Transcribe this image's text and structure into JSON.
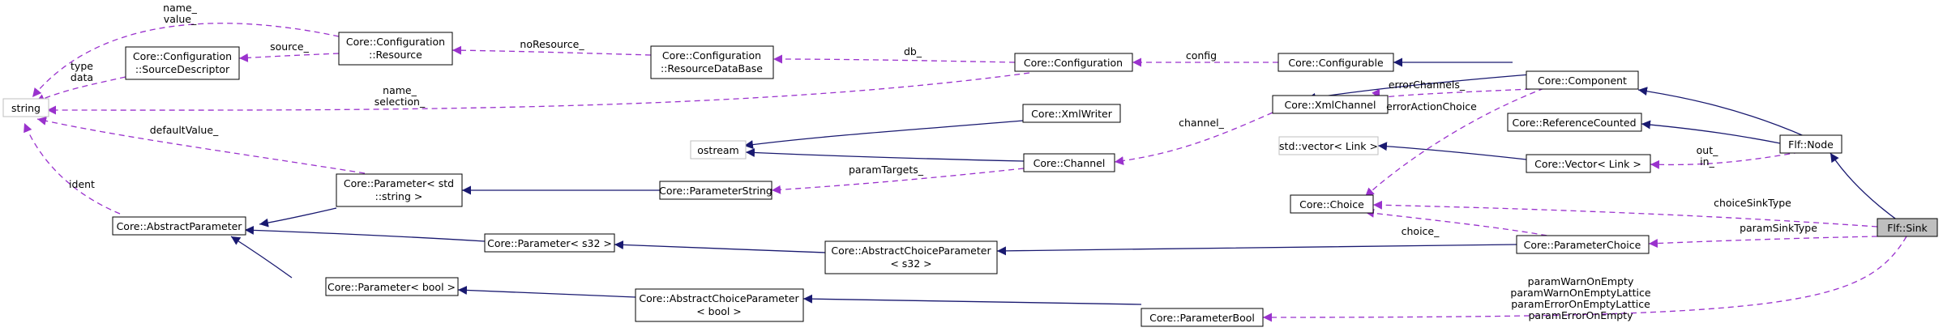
{
  "colors": {
    "inheritance_edge": "#191970",
    "usage_edge": "#9a32cd",
    "focus_fill": "#bfbfbf",
    "external_border": "#bfbfbf",
    "node_border": "#000000"
  },
  "nodes": {
    "string": [
      "string"
    ],
    "src_desc": [
      "Core::Configuration",
      "::SourceDescriptor"
    ],
    "cfg_res": [
      "Core::Configuration",
      "::Resource"
    ],
    "res_db": [
      "Core::Configuration",
      "::ResourceDataBase"
    ],
    "configuration": [
      "Core::Configuration"
    ],
    "configurable": [
      "Core::Configurable"
    ],
    "component": [
      "Core::Component"
    ],
    "xml_channel": [
      "Core::XmlChannel"
    ],
    "xml_writer": [
      "Core::XmlWriter"
    ],
    "ostream": [
      "ostream"
    ],
    "channel": [
      "Core::Channel"
    ],
    "param_string": [
      "Core::ParameterString"
    ],
    "param_std_string": [
      "Core::Parameter< std",
      "::string >"
    ],
    "abstract_param": [
      "Core::AbstractParameter"
    ],
    "param_s32": [
      "Core::Parameter< s32 >"
    ],
    "param_bool": [
      "Core::Parameter< bool >"
    ],
    "abs_choice_s32": [
      "Core::AbstractChoiceParameter",
      "< s32 >"
    ],
    "abs_choice_bool": [
      "Core::AbstractChoiceParameter",
      "< bool >"
    ],
    "ref_counted": [
      "Core::ReferenceCounted"
    ],
    "std_vector": [
      "std::vector< Link >"
    ],
    "vector_link": [
      "Core::Vector< Link >"
    ],
    "choice": [
      "Core::Choice"
    ],
    "parameter_choice": [
      "Core::ParameterChoice"
    ],
    "parameter_bool": [
      "Core::ParameterBool"
    ],
    "flf_node": [
      "Flf::Node"
    ],
    "flf_sink": [
      "Flf::Sink"
    ]
  },
  "edge_labels": {
    "name_value": [
      "name_",
      "value_"
    ],
    "type_data": [
      "type",
      "data"
    ],
    "source": [
      "source_"
    ],
    "no_resource": [
      "noResource_"
    ],
    "db": [
      "db_"
    ],
    "config": [
      "config"
    ],
    "name_selection": [
      "name_",
      "selection_"
    ],
    "default_value": [
      "defaultValue_"
    ],
    "ident": [
      "ident"
    ],
    "error_channels": [
      "errorChannels_"
    ],
    "error_action_choice": [
      "errorActionChoice"
    ],
    "channel": [
      "channel_"
    ],
    "param_targets": [
      "paramTargets_"
    ],
    "out_in": [
      "out_",
      "in_"
    ],
    "choice": [
      "choice_"
    ],
    "choice_sink_type": [
      "choiceSinkType"
    ],
    "param_sink_type": [
      "paramSinkType"
    ],
    "param_bool_members": [
      "paramWarnOnEmpty",
      "paramWarnOnEmptyLattice",
      "paramErrorOnEmptyLattice",
      "paramErrorOnEmpty"
    ]
  }
}
